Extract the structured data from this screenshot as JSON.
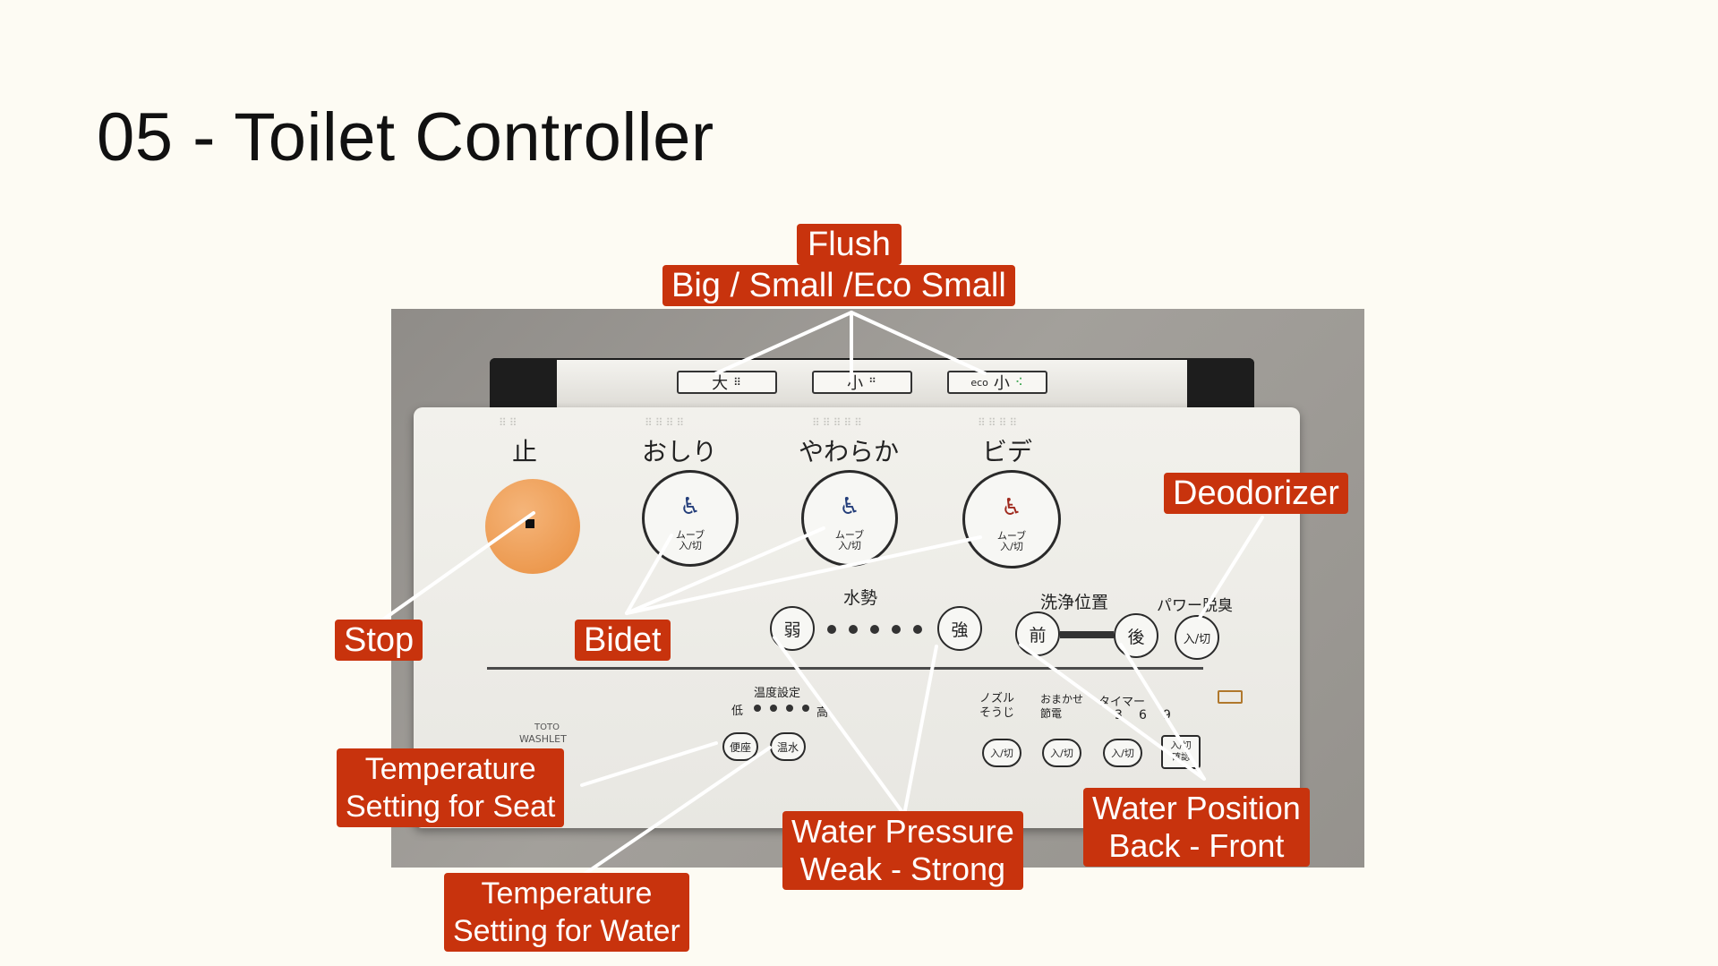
{
  "slide": {
    "title": "05 - Toilet Controller"
  },
  "panel": {
    "brand_line1": "TOTO",
    "brand_line2": "WASHLET",
    "flush_buttons": [
      {
        "label": "大",
        "dots": "⠿"
      },
      {
        "label": "小",
        "dots": "⠛"
      },
      {
        "label": "小",
        "prefix": "eco",
        "dots": "⠪"
      }
    ],
    "stop_label": "止",
    "main_buttons": [
      {
        "label": "おしり",
        "sub": "ムーブ\n入/切"
      },
      {
        "label": "やわらか",
        "sub": "ムーブ\n入/切"
      },
      {
        "label": "ビデ",
        "sub": "ムーブ\n入/切"
      }
    ],
    "water_pressure_title": "水勢",
    "weak_label": "弱",
    "strong_label": "強",
    "position_title": "洗浄位置",
    "front_label": "前",
    "back_label": "後",
    "deodorizer_title": "パワー脱臭",
    "onoff_label": "入/切",
    "temp_title": "温度設定",
    "temp_low": "低",
    "temp_high": "高",
    "seat_label": "便座",
    "water_label": "温水",
    "nozzle_label": "ノズル\nそうじ",
    "power_save_label": "おまかせ\n節電",
    "timer_label": "タイマー",
    "timer_values": [
      "3",
      "6",
      "9"
    ],
    "confirm_label": "入/切\n確認"
  },
  "callouts": {
    "flush": [
      "Flush",
      "Big / Small /Eco Small"
    ],
    "deodorizer": [
      "Deodorizer"
    ],
    "stop": [
      "Stop"
    ],
    "bidet": [
      "Bidet"
    ],
    "temp_seat": [
      "Temperature",
      "Setting for Seat"
    ],
    "temp_water": [
      "Temperature",
      "Setting for Water"
    ],
    "water_pressure": [
      "Water Pressure",
      "Weak - Strong"
    ],
    "water_position": [
      "Water Position",
      "Back - Front"
    ]
  },
  "colors": {
    "callout_bg": "#c8330d",
    "background": "#fdfbf3",
    "stop_button": "#e98f3f"
  }
}
